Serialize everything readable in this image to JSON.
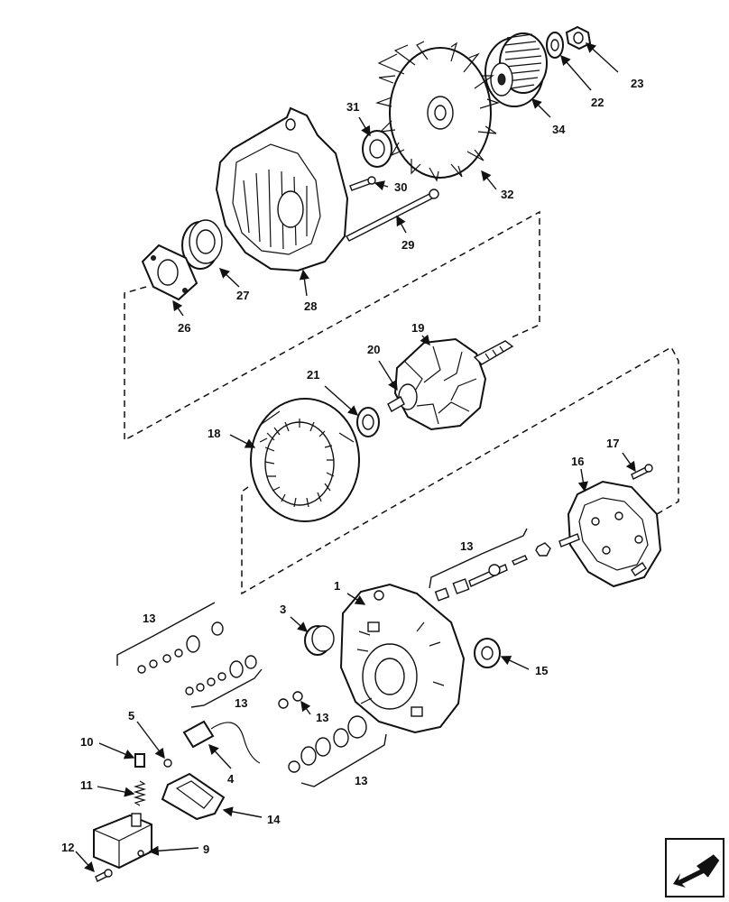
{
  "callouts": {
    "c1": "1",
    "c3": "3",
    "c4": "4",
    "c5": "5",
    "c9": "9",
    "c10": "10",
    "c11": "11",
    "c12": "12",
    "c13a": "13",
    "c13b": "13",
    "c13c": "13",
    "c13d": "13",
    "c13e": "13",
    "c14": "14",
    "c15": "15",
    "c16": "16",
    "c17": "17",
    "c18": "18",
    "c19": "19",
    "c20": "20",
    "c21": "21",
    "c22": "22",
    "c23": "23",
    "c26": "26",
    "c27": "27",
    "c28": "28",
    "c29": "29",
    "c30": "30",
    "c31": "31",
    "c32": "32",
    "c34": "34"
  },
  "nav_icon": "arrow-bottom-left-icon"
}
